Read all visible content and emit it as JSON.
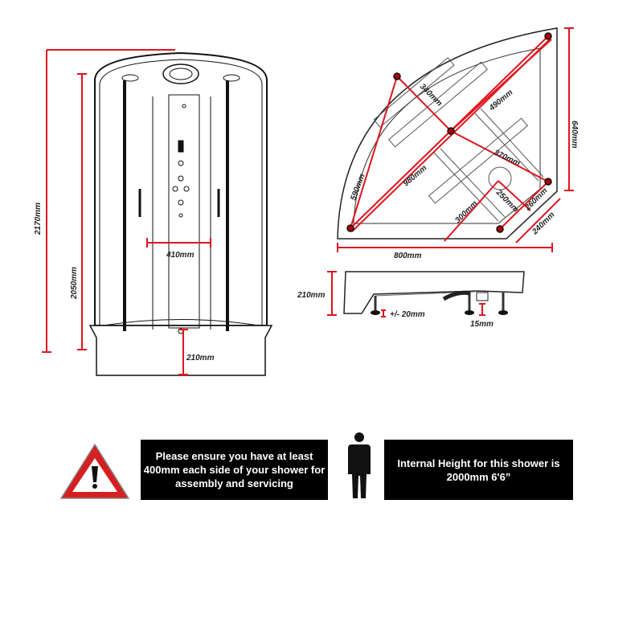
{
  "cabinet": {
    "total_height": "2170mm",
    "inner_height": "2050mm",
    "panel_width": "410mm",
    "tray_height": "210mm"
  },
  "tray_plan": {
    "d1": "340mm",
    "d2": "490mm",
    "d3": "640mm",
    "d4": "370mm",
    "d5": "980mm",
    "d6": "590mm",
    "d7": "250mm",
    "d8": "260mm",
    "d9": "300mm",
    "d10": "240mm",
    "d11": "800mm"
  },
  "tray_side": {
    "height": "210mm",
    "leg_adjust": "+/- 20mm",
    "clearance": "15mm"
  },
  "notices": {
    "clearance_notice": "Please ensure you have at least 400mm each side of your shower for assembly and servicing",
    "height_notice": "Internal Height for this shower is 2000mm 6'6”"
  },
  "colors": {
    "dimension": "#e0141e",
    "warning": "#d42020"
  }
}
